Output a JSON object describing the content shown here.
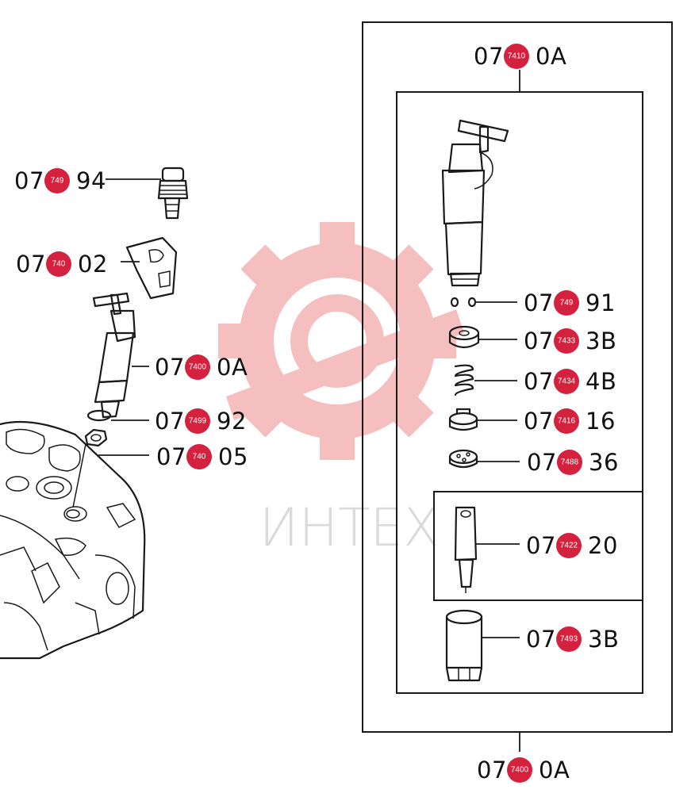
{
  "watermark": {
    "text": "ИНТЕХ",
    "color": "#f4b9b9"
  },
  "badge_color": "#d4213d",
  "callouts": [
    {
      "id": "c1",
      "label_start": "07",
      "label_end": "94",
      "badge": "749"
    },
    {
      "id": "c2",
      "label_start": "07",
      "label_end": "02",
      "badge": "740"
    },
    {
      "id": "c3",
      "label_start": "07",
      "label_end": "0A",
      "badge": "7400"
    },
    {
      "id": "c4",
      "label_start": "07",
      "label_end": "92",
      "badge": "7499"
    },
    {
      "id": "c5",
      "label_start": "07",
      "label_end": "05",
      "badge": "740"
    },
    {
      "id": "c6",
      "label_start": "07",
      "label_end": "0A",
      "badge": "7410"
    },
    {
      "id": "c7",
      "label_start": "07",
      "label_end": "91",
      "badge": "749"
    },
    {
      "id": "c8",
      "label_start": "07",
      "label_end": "3B",
      "badge": "7433"
    },
    {
      "id": "c9",
      "label_start": "07",
      "label_end": "4B",
      "badge": "7434"
    },
    {
      "id": "c10",
      "label_start": "07",
      "label_end": "16",
      "badge": "7416"
    },
    {
      "id": "c11",
      "label_start": "07",
      "label_end": "36",
      "badge": "7488"
    },
    {
      "id": "c12",
      "label_start": "07",
      "label_end": "20",
      "badge": "7422"
    },
    {
      "id": "c13",
      "label_start": "07",
      "label_end": "3B",
      "badge": "7493"
    },
    {
      "id": "c14",
      "label_start": "07",
      "label_end": "0A",
      "badge": "7400"
    }
  ]
}
